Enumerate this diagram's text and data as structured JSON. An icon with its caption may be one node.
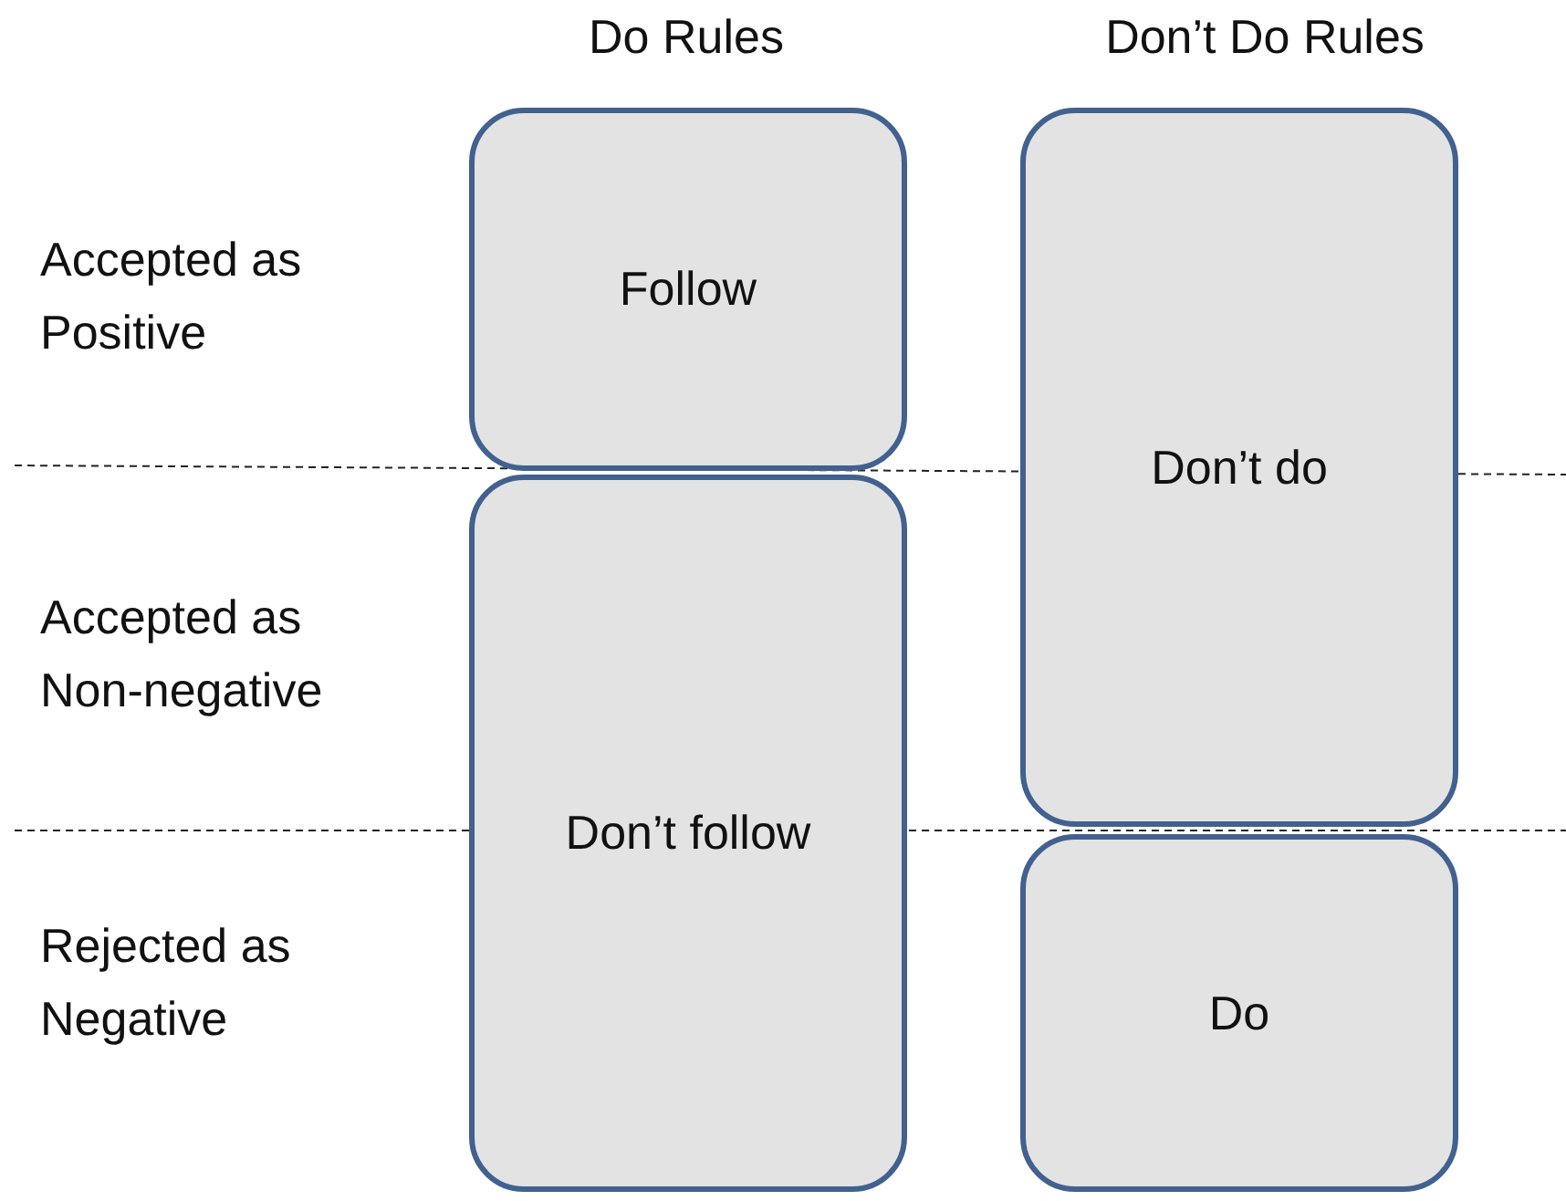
{
  "diagram": {
    "nodes": [
      {
        "text": [
          "Follow"
        ]
      },
      {
        "text": [
          "Don’t follow"
        ]
      },
      {
        "text": [
          "Don’t do"
        ]
      },
      {
        "text": [
          "Do"
        ]
      }
    ],
    "labels": [
      "Do Rules",
      "Don’t Do Rules",
      "Accepted as Positive",
      "Accepted as Non-negative",
      "Rejected as Negative"
    ]
  }
}
